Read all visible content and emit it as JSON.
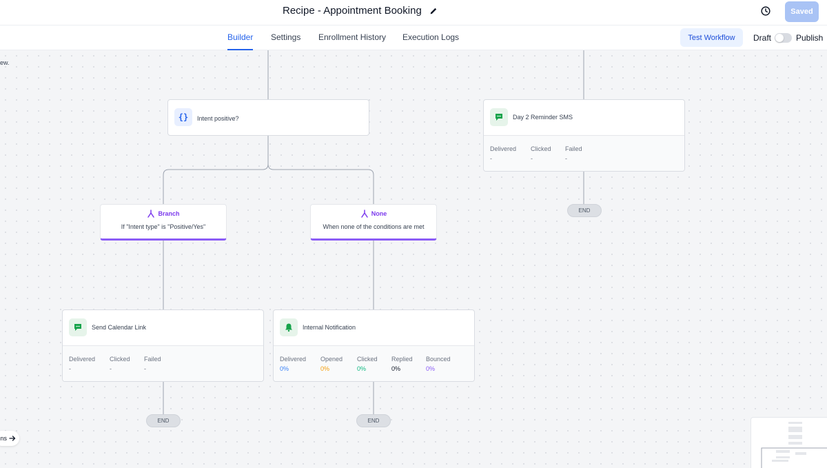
{
  "header": {
    "title": "Recipe - Appointment Booking",
    "saved_label": "Saved"
  },
  "tabs": [
    {
      "label": "Builder",
      "active": true
    },
    {
      "label": "Settings",
      "active": false
    },
    {
      "label": "Enrollment History",
      "active": false
    },
    {
      "label": "Execution Logs",
      "active": false
    }
  ],
  "actions": {
    "test_workflow_label": "Test Workflow",
    "draft_label": "Draft",
    "publish_label": "Publish",
    "published": false
  },
  "canvas": {
    "edge_text": "ew.",
    "corner_chip_text": "ns",
    "nodes": {
      "intent": {
        "title": "Intent positive?",
        "icon": "code-braces-icon"
      },
      "day2": {
        "title": "Day 2 Reminder SMS",
        "icon": "sms-icon",
        "stats": [
          {
            "label": "Delivered",
            "value": "-"
          },
          {
            "label": "Clicked",
            "value": "-"
          },
          {
            "label": "Failed",
            "value": "-"
          }
        ]
      },
      "branch_yes": {
        "name": "Branch",
        "desc": "If \"Intent type\" is \"Positive/Yes\"",
        "icon": "branch-icon"
      },
      "branch_none": {
        "name": "None",
        "desc": "When none of the conditions are met",
        "icon": "branch-icon"
      },
      "calendar": {
        "title": "Send Calendar Link",
        "icon": "sms-icon",
        "stats": [
          {
            "label": "Delivered",
            "value": "-"
          },
          {
            "label": "Clicked",
            "value": "-"
          },
          {
            "label": "Failed",
            "value": "-"
          }
        ]
      },
      "internal": {
        "title": "Internal Notification",
        "icon": "bell-icon",
        "stats": [
          {
            "label": "Delivered",
            "value": "0%",
            "color": "#3b82f6"
          },
          {
            "label": "Opened",
            "value": "0%",
            "color": "#f59e0b"
          },
          {
            "label": "Clicked",
            "value": "0%",
            "color": "#10b981"
          },
          {
            "label": "Replied",
            "value": "0%",
            "color": "#111827"
          },
          {
            "label": "Bounced",
            "value": "0%",
            "color": "#8b5cf6"
          }
        ]
      }
    },
    "end_label": "END"
  },
  "colors": {
    "accent": "#2563eb",
    "branch": "#8b5cf6",
    "sms_icon": "#16a34a"
  }
}
